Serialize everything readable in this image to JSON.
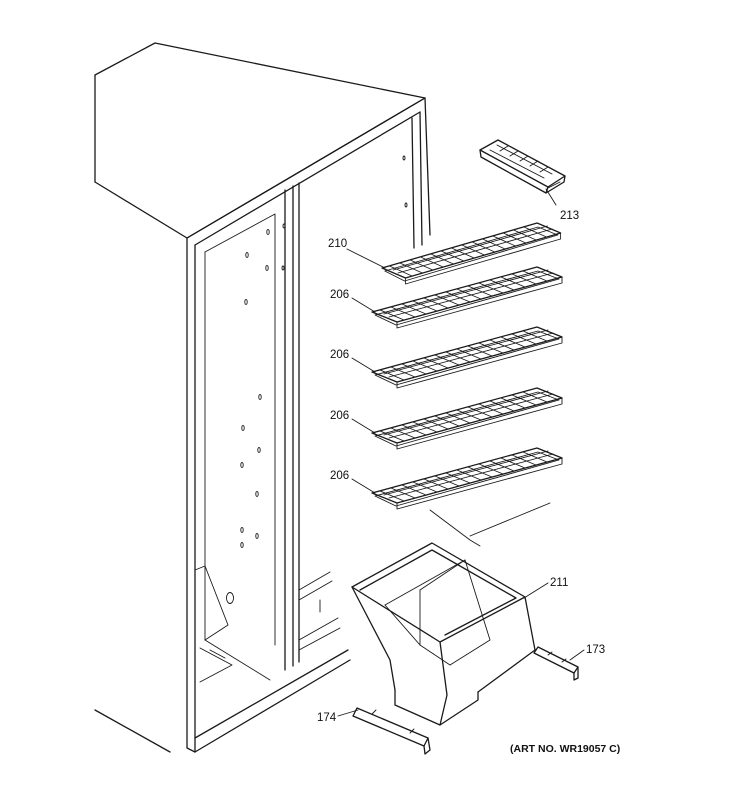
{
  "colors": {
    "line": "#1a1a1a",
    "background": "#ffffff"
  },
  "labels": {
    "p213": "213",
    "p210": "210",
    "p206a": "206",
    "p206b": "206",
    "p206c": "206",
    "p206d": "206",
    "p211": "211",
    "p173": "173",
    "p174": "174"
  },
  "art_number": "(ART NO. WR19057 C)"
}
